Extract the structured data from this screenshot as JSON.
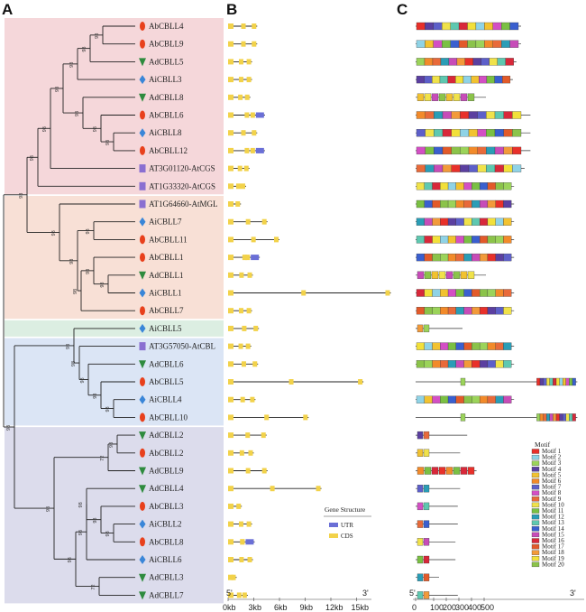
{
  "panels": {
    "a": "A",
    "b": "B",
    "c": "C"
  },
  "taxa": [
    {
      "name": "AbCBLL4",
      "shape": "ellipse",
      "color": "#e8401c"
    },
    {
      "name": "AbCBLL9",
      "shape": "ellipse",
      "color": "#e8401c"
    },
    {
      "name": "AdCBLL5",
      "shape": "triangle",
      "color": "#2e8b3e"
    },
    {
      "name": "AiCBLL3",
      "shape": "diamond",
      "color": "#3a86d8"
    },
    {
      "name": "AdCBLL8",
      "shape": "triangle",
      "color": "#2e8b3e"
    },
    {
      "name": "AbCBLL6",
      "shape": "ellipse",
      "color": "#e8401c"
    },
    {
      "name": "AiCBLL8",
      "shape": "diamond",
      "color": "#3a86d8"
    },
    {
      "name": "AbCBLL12",
      "shape": "ellipse",
      "color": "#e8401c"
    },
    {
      "name": "AT3G01120-AtCGS",
      "shape": "square",
      "color": "#8a6fd1"
    },
    {
      "name": "AT1G33320-AtCGS",
      "shape": "square",
      "color": "#8a6fd1"
    },
    {
      "name": "AT1G64660-AtMGL",
      "shape": "square",
      "color": "#8a6fd1"
    },
    {
      "name": "AiCBLL7",
      "shape": "diamond",
      "color": "#3a86d8"
    },
    {
      "name": "AbCBLL11",
      "shape": "ellipse",
      "color": "#e8401c"
    },
    {
      "name": "AbCBLL1",
      "shape": "ellipse",
      "color": "#e8401c"
    },
    {
      "name": "AdCBLL1",
      "shape": "triangle",
      "color": "#2e8b3e"
    },
    {
      "name": "AiCBLL1",
      "shape": "diamond",
      "color": "#3a86d8"
    },
    {
      "name": "AbCBLL7",
      "shape": "ellipse",
      "color": "#e8401c"
    },
    {
      "name": "AiCBLL5",
      "shape": "diamond",
      "color": "#3a86d8"
    },
    {
      "name": "AT3G57050-AtCBL",
      "shape": "square",
      "color": "#8a6fd1"
    },
    {
      "name": "AdCBLL6",
      "shape": "triangle",
      "color": "#2e8b3e"
    },
    {
      "name": "AbCBLL5",
      "shape": "ellipse",
      "color": "#e8401c"
    },
    {
      "name": "AiCBLL4",
      "shape": "diamond",
      "color": "#3a86d8"
    },
    {
      "name": "AbCBLL10",
      "shape": "ellipse",
      "color": "#e8401c"
    },
    {
      "name": "AdCBLL2",
      "shape": "triangle",
      "color": "#2e8b3e"
    },
    {
      "name": "AbCBLL2",
      "shape": "ellipse",
      "color": "#e8401c"
    },
    {
      "name": "AdCBLL9",
      "shape": "triangle",
      "color": "#2e8b3e"
    },
    {
      "name": "AdCBLL4",
      "shape": "triangle",
      "color": "#2e8b3e"
    },
    {
      "name": "AbCBLL3",
      "shape": "ellipse",
      "color": "#e8401c"
    },
    {
      "name": "AiCBLL2",
      "shape": "diamond",
      "color": "#3a86d8"
    },
    {
      "name": "AbCBLL8",
      "shape": "ellipse",
      "color": "#e8401c"
    },
    {
      "name": "AiCBLL6",
      "shape": "diamond",
      "color": "#3a86d8"
    },
    {
      "name": "AdCBLL3",
      "shape": "triangle",
      "color": "#2e8b3e"
    },
    {
      "name": "AdCBLL7",
      "shape": "triangle",
      "color": "#2e8b3e"
    }
  ],
  "bootstrap": [
    "98",
    "98",
    "98",
    "98",
    "98",
    "98",
    "98",
    "98",
    "98",
    "98",
    "98",
    "98",
    "98",
    "98",
    "98",
    "98",
    "98",
    "98",
    "98",
    "98",
    "98",
    "98",
    "72",
    "98",
    "98"
  ],
  "group_colors": [
    "#f5d7da",
    "#f8e0d6",
    "#dceee2",
    "#dbe5f5",
    "#dcdcec"
  ],
  "gene_structure": {
    "legend_title": "Gene Structure",
    "utr_label": "UTR",
    "cds_label": "CDS",
    "utr_color": "#6a6fd6",
    "cds_color": "#f2d24a",
    "end5": "5'",
    "end3": "3'",
    "ticks": [
      "0kb",
      "3kb",
      "6kb",
      "9kb",
      "12kb",
      "15kb"
    ],
    "gene_lengths_kb": [
      3.4,
      3.4,
      2.8,
      2.8,
      2.6,
      4.3,
      3.4,
      4.3,
      2.5,
      2.1,
      1.5,
      4.6,
      6.0,
      3.7,
      2.9,
      19.0,
      2.8,
      3.6,
      2.7,
      3.5,
      15.8,
      3.2,
      9.4,
      4.5,
      3.0,
      4.6,
      10.9,
      1.6,
      2.8,
      3.1,
      2.9,
      1.0,
      2.3
    ]
  },
  "motifs": {
    "legend_title": "Motif",
    "end5": "5'",
    "end3": "3'",
    "ticks": [
      "0",
      "100",
      "200",
      "300",
      "400",
      "500"
    ],
    "names": [
      "Motif 1",
      "Motif 2",
      "Motif 3",
      "Motif 4",
      "Motif 5",
      "Motif 6",
      "Motif 7",
      "Motif 8",
      "Motif 9",
      "Motif 10",
      "Motif 11",
      "Motif 12",
      "Motif 13",
      "Motif 14",
      "Motif 15",
      "Motif 16",
      "Motif 17",
      "Motif 18",
      "Motif 19",
      "Motif 20"
    ],
    "colors": [
      "#e8302a",
      "#8fd3e6",
      "#9bd35a",
      "#5b3fa0",
      "#f2c230",
      "#f28a2a",
      "#5d5fc9",
      "#d34fc4",
      "#e86a3a",
      "#f0e24a",
      "#7ac043",
      "#2a9db6",
      "#5ec8b0",
      "#3a5fcf",
      "#c74cb8",
      "#d8283a",
      "#e25a2a",
      "#f29a3a",
      "#f2e03a",
      "#8bc34a"
    ],
    "protein_lengths": [
      450,
      450,
      430,
      415,
      300,
      490,
      490,
      490,
      465,
      420,
      420,
      420,
      420,
      420,
      300,
      420,
      420,
      200,
      420,
      420,
      690,
      420,
      690,
      220,
      190,
      260,
      190,
      180,
      180,
      170,
      170,
      100,
      180
    ]
  }
}
